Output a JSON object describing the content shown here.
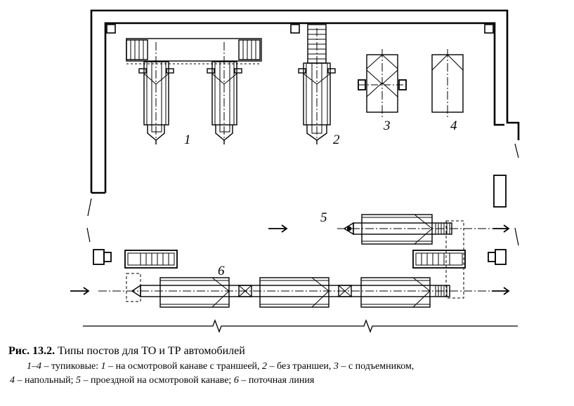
{
  "figure": {
    "labels": {
      "l1": "1",
      "l2": "2",
      "l3": "3",
      "l4": "4",
      "l5": "5",
      "l6": "6"
    }
  },
  "caption": {
    "number": "Рис. 13.2.",
    "title": "Типы постов для ТО и ТР автомобилей",
    "line1": {
      "a": "1–4",
      "b": " – тупиковые: ",
      "c": "1",
      "d": " – на осмотровой канаве с траншеей, ",
      "e": "2",
      "f": " – без траншеи, ",
      "g": "3",
      "h": " – с подъемником,"
    },
    "line2": {
      "a": "4",
      "b": " – напольный; ",
      "c": "5",
      "d": " – проездной на осмотровой канаве; ",
      "e": "6",
      "f": " – поточная линия"
    }
  }
}
